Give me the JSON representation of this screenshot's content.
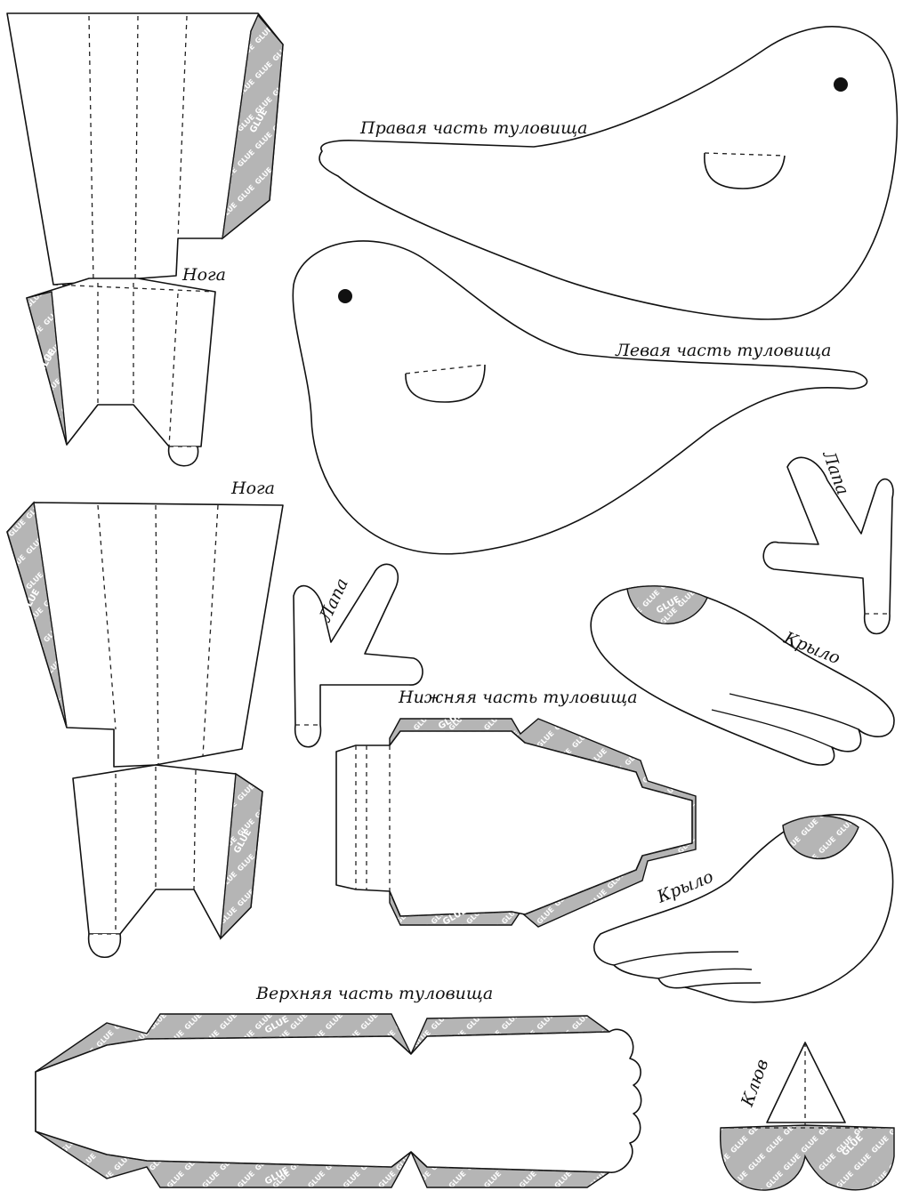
{
  "labels": {
    "right_body": "Правая часть туловища",
    "left_body": "Левая часть туловища",
    "leg_1": "Нога",
    "leg_2": "Нога",
    "paw_1": "Лапа",
    "paw_2": "Лапа",
    "wing_1": "Крыло",
    "wing_2": "Крыло",
    "lower_body": "Нижняя часть туловища",
    "upper_body": "Верхняя часть туловища",
    "beak": "Клюв"
  },
  "glue_text": "GLUE",
  "colors": {
    "glue_fill": "#b5b5b5",
    "line": "#111111"
  }
}
